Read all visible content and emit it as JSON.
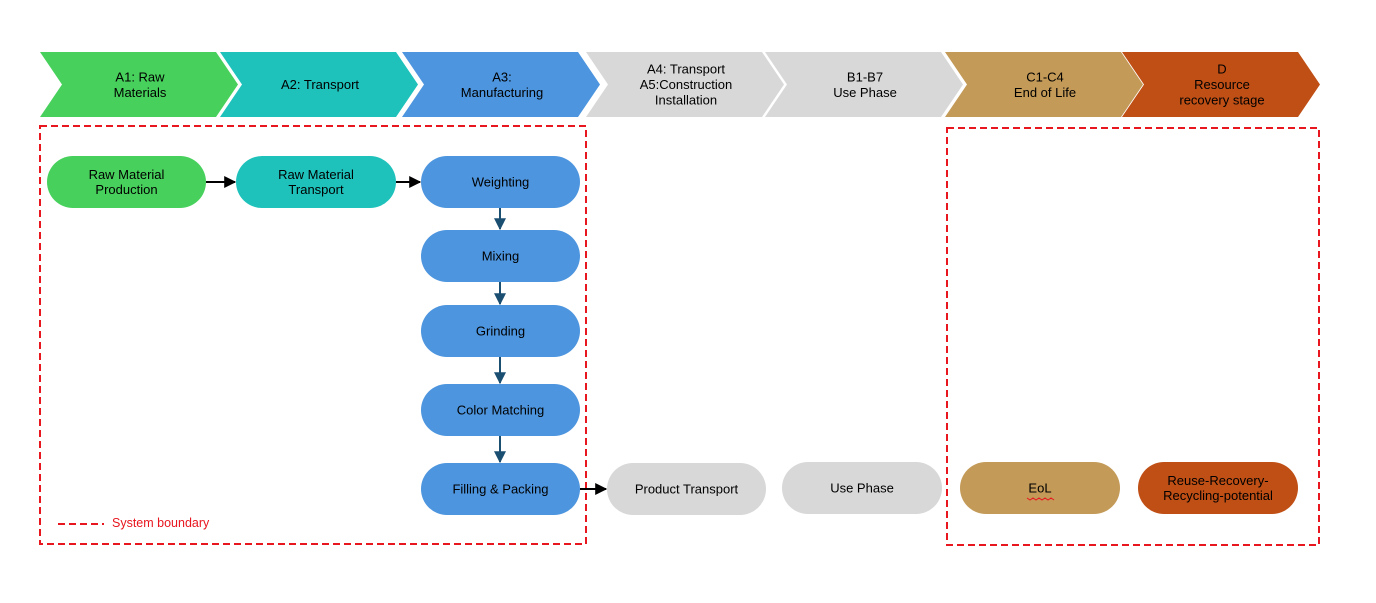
{
  "colors": {
    "a1": "#47d15c",
    "a2": "#1ec2bb",
    "a3": "#4d95de",
    "grey": "#d8d8d8",
    "c": "#c39a58",
    "d": "#c04f16",
    "boundary": "#e8161f",
    "arrow_black": "#000000",
    "arrow_blue": "#1b4f72"
  },
  "stages": [
    {
      "id": "a1",
      "lines": [
        "A1: Raw",
        "Materials"
      ],
      "color": "a1"
    },
    {
      "id": "a2",
      "lines": [
        "A2: Transport"
      ],
      "color": "a2"
    },
    {
      "id": "a3",
      "lines": [
        "A3:",
        "Manufacturing"
      ],
      "color": "a3"
    },
    {
      "id": "a4a5",
      "lines": [
        "A4: Transport",
        "A5:Construction",
        "Installation"
      ],
      "color": "grey"
    },
    {
      "id": "b",
      "lines": [
        "B1-B7",
        "Use Phase"
      ],
      "color": "grey"
    },
    {
      "id": "c",
      "lines": [
        "C1-C4",
        "End of Life"
      ],
      "color": "c"
    },
    {
      "id": "d",
      "lines": [
        "D",
        "Resource",
        "recovery stage"
      ],
      "color": "d"
    }
  ],
  "nodes": [
    {
      "id": "raw-material-production",
      "lines": [
        "Raw Material",
        "Production"
      ],
      "color": "a1"
    },
    {
      "id": "raw-material-transport",
      "lines": [
        "Raw Material",
        "Transport"
      ],
      "color": "a2"
    },
    {
      "id": "weighting",
      "lines": [
        "Weighting"
      ],
      "color": "a3"
    },
    {
      "id": "mixing",
      "lines": [
        "Mixing"
      ],
      "color": "a3"
    },
    {
      "id": "grinding",
      "lines": [
        "Grinding"
      ],
      "color": "a3"
    },
    {
      "id": "color-matching",
      "lines": [
        "Color Matching"
      ],
      "color": "a3"
    },
    {
      "id": "filling-packing",
      "lines": [
        "Filling & Packing"
      ],
      "color": "a3"
    },
    {
      "id": "product-transport",
      "lines": [
        "Product Transport"
      ],
      "color": "grey"
    },
    {
      "id": "use-phase",
      "lines": [
        "Use Phase"
      ],
      "color": "grey"
    },
    {
      "id": "eol",
      "lines": [
        "EoL"
      ],
      "color": "c"
    },
    {
      "id": "reuse-recovery",
      "lines": [
        "Reuse-Recovery-",
        "Recycling-potential"
      ],
      "color": "d"
    }
  ],
  "legend": {
    "label": "System boundary"
  }
}
